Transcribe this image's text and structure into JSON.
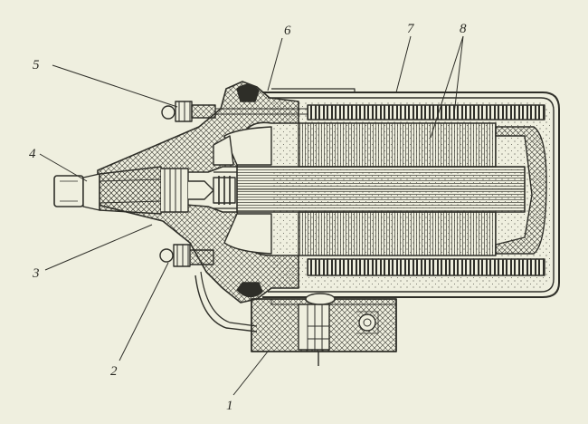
{
  "figure": {
    "colors": {
      "paper": "#efefdf",
      "ink": "#2e2e28",
      "faint_ink": "#55554c"
    },
    "callouts": [
      {
        "id": "1",
        "label": "1"
      },
      {
        "id": "2",
        "label": "2"
      },
      {
        "id": "3",
        "label": "3"
      },
      {
        "id": "4",
        "label": "4"
      },
      {
        "id": "5",
        "label": "5"
      },
      {
        "id": "6",
        "label": "6"
      },
      {
        "id": "7",
        "label": "7"
      },
      {
        "id": "8",
        "label": "8"
      }
    ]
  }
}
